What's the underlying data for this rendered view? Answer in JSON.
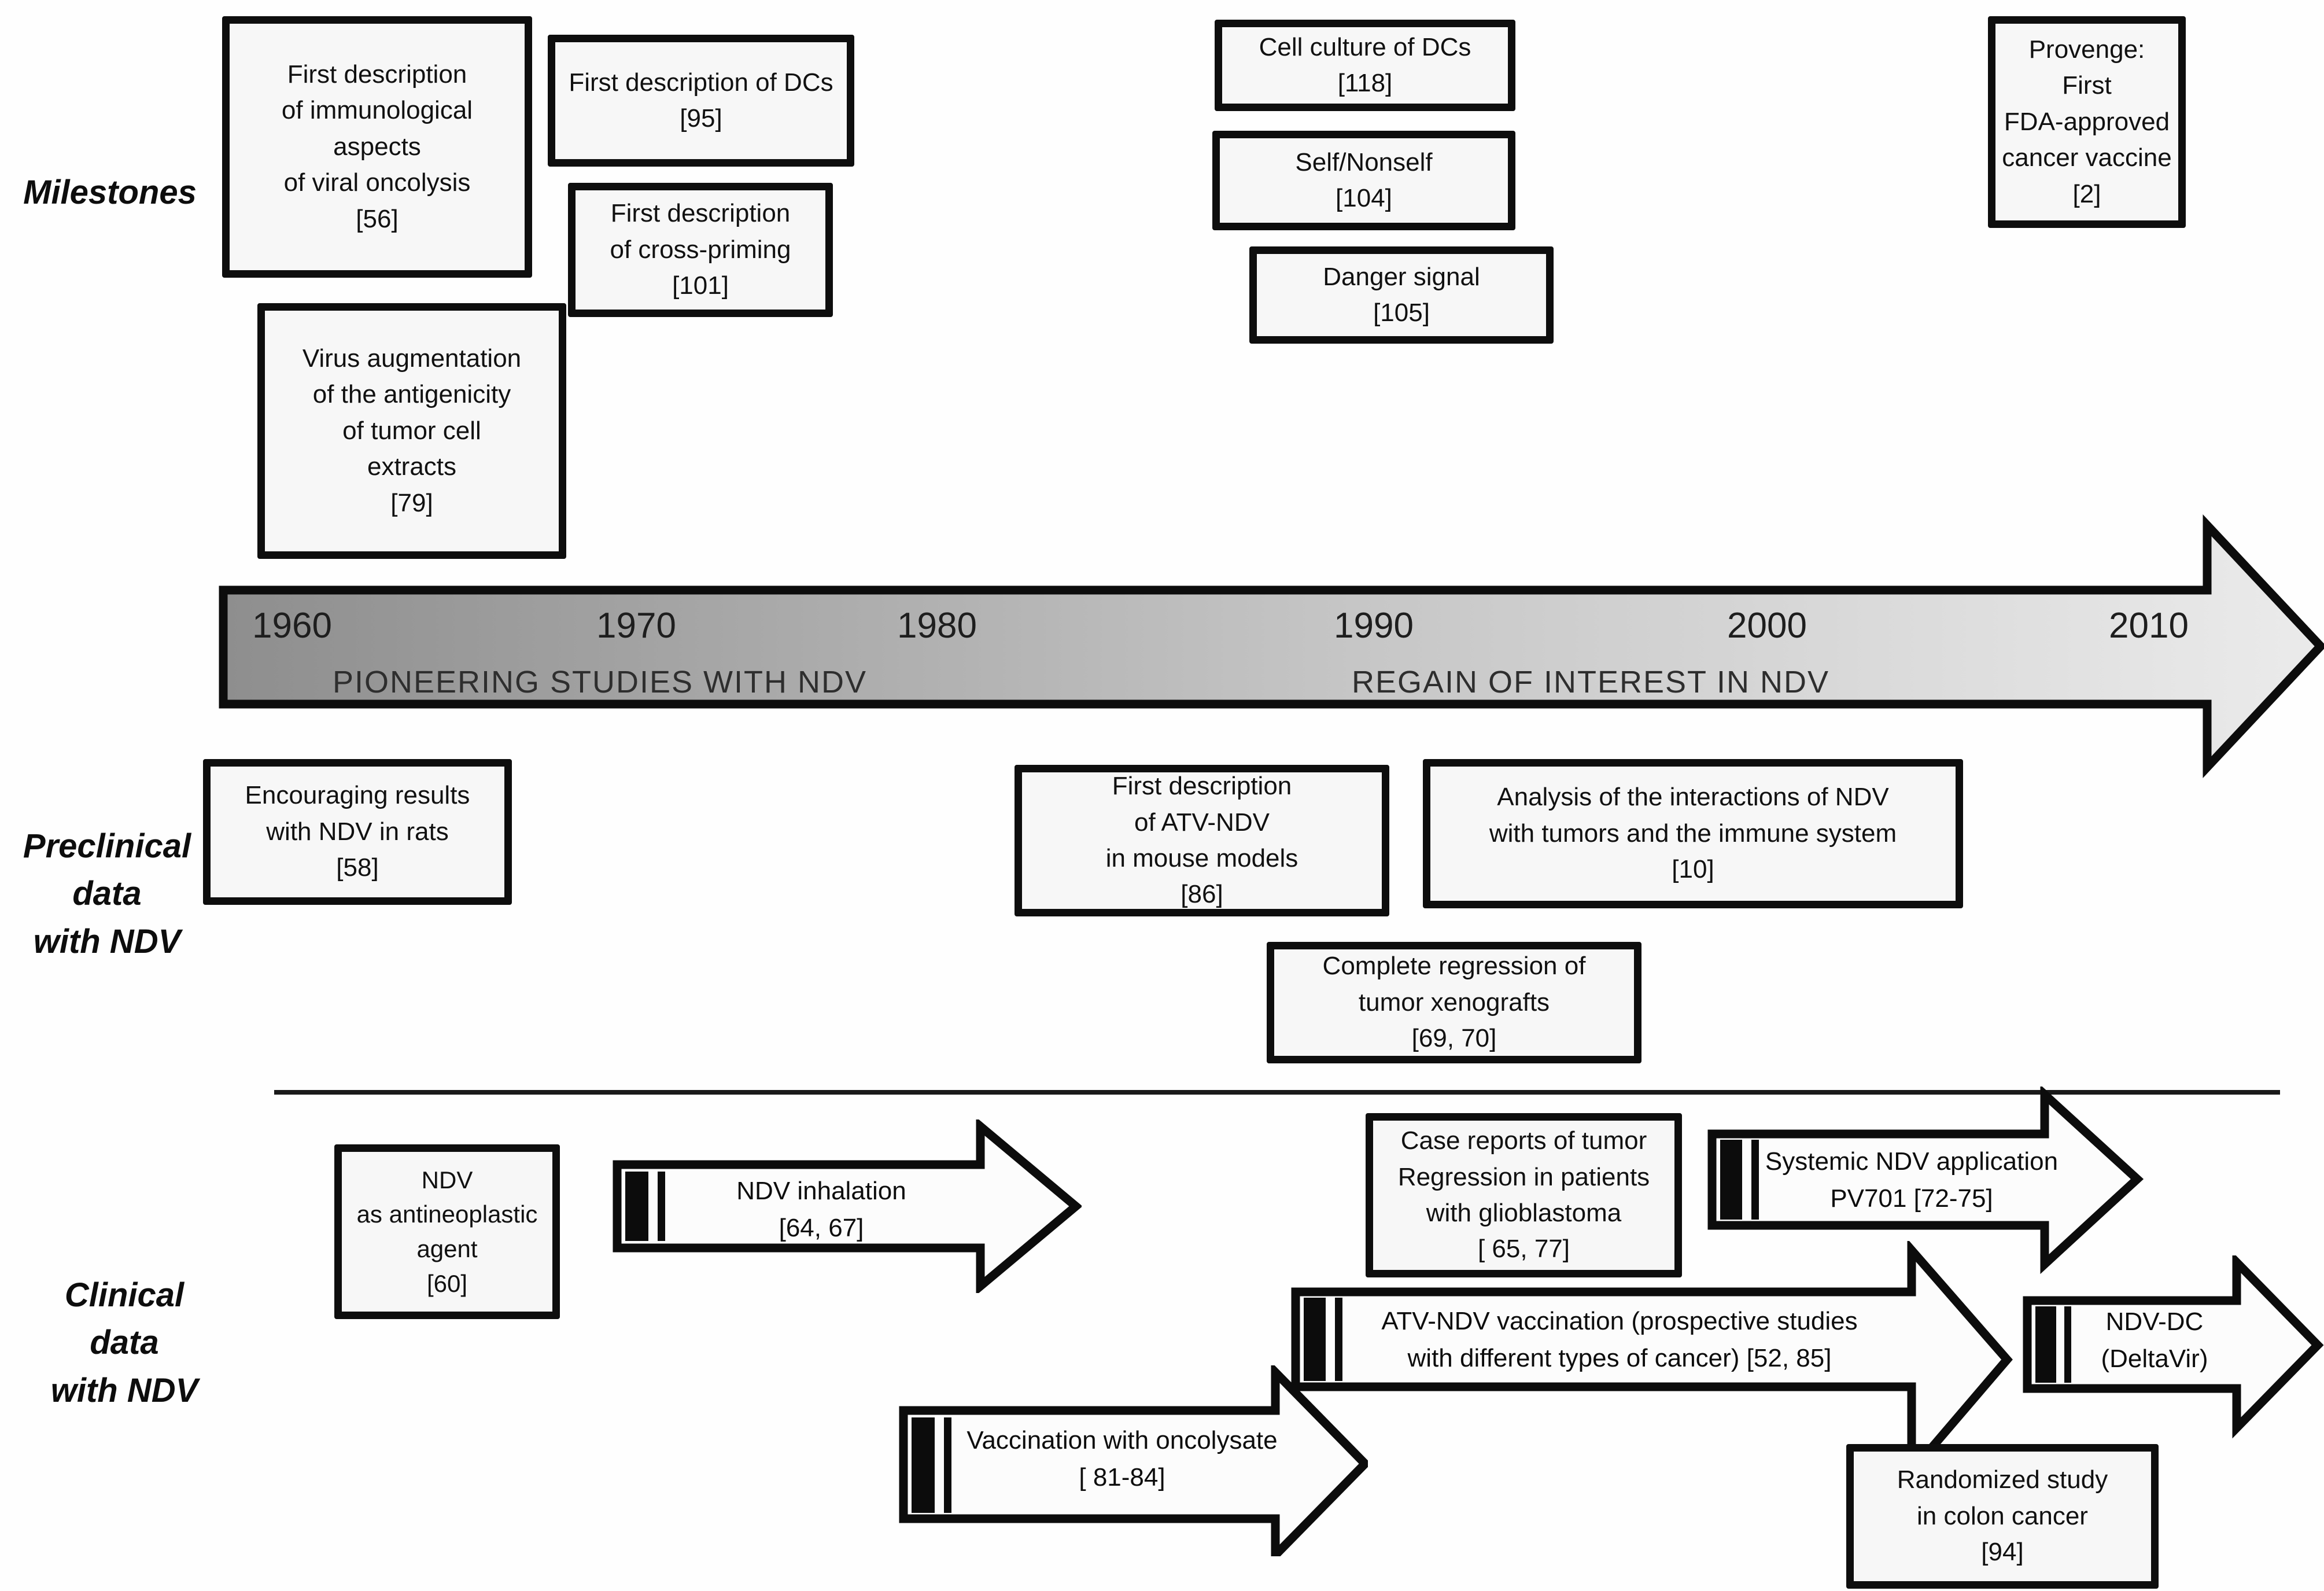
{
  "rows": {
    "milestones_label": "Milestones",
    "preclinical_label": "Preclinical\ndata\nwith NDV",
    "clinical_label": "Clinical\ndata\nwith NDV"
  },
  "timeline": {
    "years": [
      "1960",
      "1970",
      "1980",
      "1990",
      "2000",
      "2010"
    ],
    "era_left": "PIONEERING STUDIES WITH NDV",
    "era_right": "REGAIN OF INTEREST IN NDV"
  },
  "milestones": {
    "viral_oncolysis": "First description\nof immunological\naspects\nof viral oncolysis\n[56]",
    "dcs": "First description of DCs\n[95]",
    "cross_priming": "First description\nof cross-priming\n[101]",
    "virus_augmentation": "Virus augmentation\nof the antigenicity\nof tumor cell\nextracts\n[79]",
    "cell_culture_dcs": "Cell culture of DCs\n[118]",
    "self_nonself": "Self/Nonself\n[104]",
    "danger_signal": "Danger signal\n[105]",
    "provenge": "Provenge:\nFirst\nFDA-approved\ncancer vaccine\n[2]"
  },
  "preclinical": {
    "rats": "Encouraging results\nwith NDV in rats\n[58]",
    "atv_ndv_mouse": "First description\nof ATV-NDV\nin mouse models\n[86]",
    "interactions": "Analysis of the interactions of NDV\nwith tumors and the immune system\n[10]",
    "xenografts": "Complete regression of\ntumor xenografts\n[69, 70]"
  },
  "clinical": {
    "antineoplastic": "NDV\nas antineoplastic\nagent\n[60]",
    "inhalation": "NDV inhalation\n[64, 67]",
    "glioblastoma": "Case reports of tumor\nRegression in patients\nwith glioblastoma\n[ 65, 77]",
    "systemic": "Systemic NDV application\nPV701 [72-75]",
    "atv_vaccination": "ATV-NDV vaccination (prospective studies\nwith different types of cancer) [52, 85]",
    "ndv_dc": "NDV-DC\n(DeltaVir)",
    "oncolysate": "Vaccination with oncolysate\n[ 81-84]",
    "randomized_colon": "Randomized study\nin colon cancer\n[94]"
  },
  "colors": {
    "ink": "#0e0e0e",
    "box_fill": "#f7f7f7",
    "timeline_gradient_start": "#8e8e8e",
    "timeline_gradient_end": "#ebebeb",
    "arrow_fill": "#fcfcfc"
  }
}
